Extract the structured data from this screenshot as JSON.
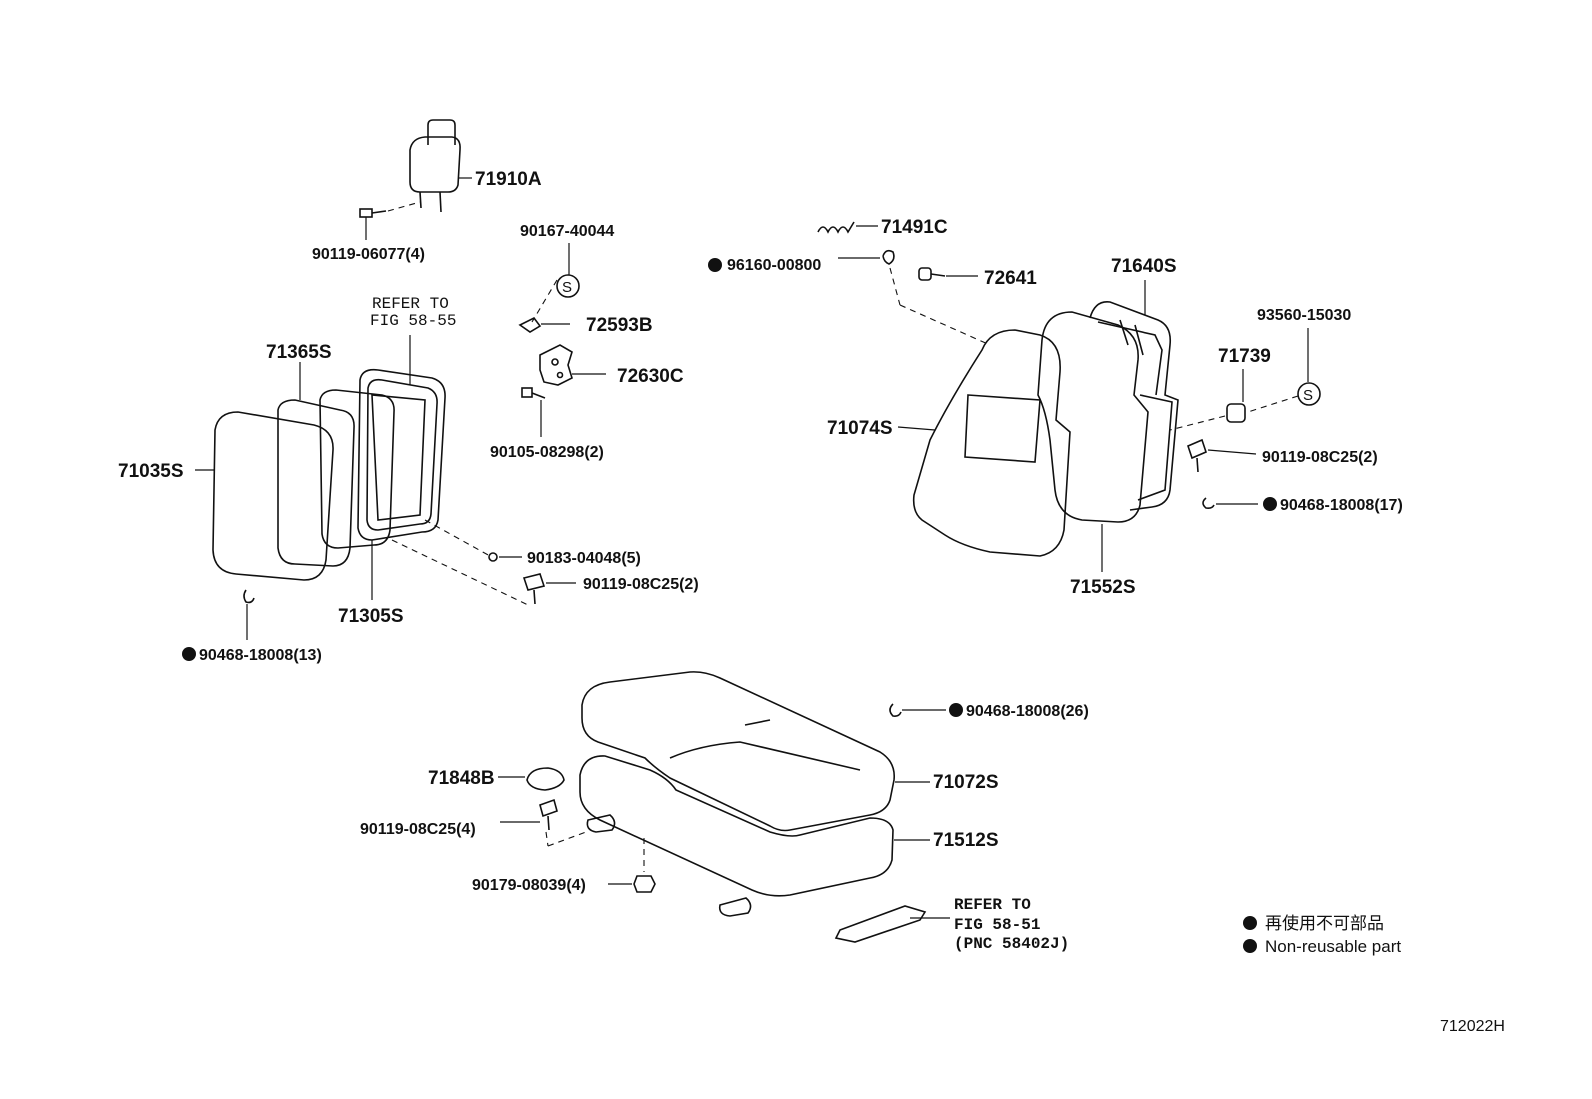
{
  "labels": {
    "p71910A": "71910A",
    "p90119_06077": "90119-06077(4)",
    "p90167_40044": "90167-40044",
    "p72593B": "72593B",
    "p72630C": "72630C",
    "p90105_08298": "90105-08298(2)",
    "refer_fig58_55_line1": "REFER TO",
    "refer_fig58_55_line2": "FIG 58-55",
    "p71365S": "71365S",
    "p71035S": "71035S",
    "p71305S": "71305S",
    "p90183_04048": "90183-04048(5)",
    "p90119_08C25_a": "90119-08C25(2)",
    "p90468_18008_13": "90468-18008(13)",
    "p71491C": "71491C",
    "p96160_00800": "96160-00800",
    "p72641": "72641",
    "p71640S": "71640S",
    "p93560_15030": "93560-15030",
    "p71739": "71739",
    "p71074S": "71074S",
    "p90119_08C25_b": "90119-08C25(2)",
    "p90468_18008_17": "90468-18008(17)",
    "p71552S": "71552S",
    "p90468_18008_26": "90468-18008(26)",
    "p71848B": "71848B",
    "p71072S": "71072S",
    "p90119_08C25_c": "90119-08C25(4)",
    "p71512S": "71512S",
    "p90179_08039": "90179-08039(4)",
    "refer_fig58_51_line1": "REFER TO",
    "refer_fig58_51_line2": "FIG 58-51",
    "refer_fig58_51_line3": "(PNC 58402J)"
  },
  "legend": {
    "jp": "再使用不可部品",
    "en": "Non-reusable part"
  },
  "diagram_id": "712022H",
  "colors": {
    "ink": "#111111",
    "background": "#ffffff"
  }
}
